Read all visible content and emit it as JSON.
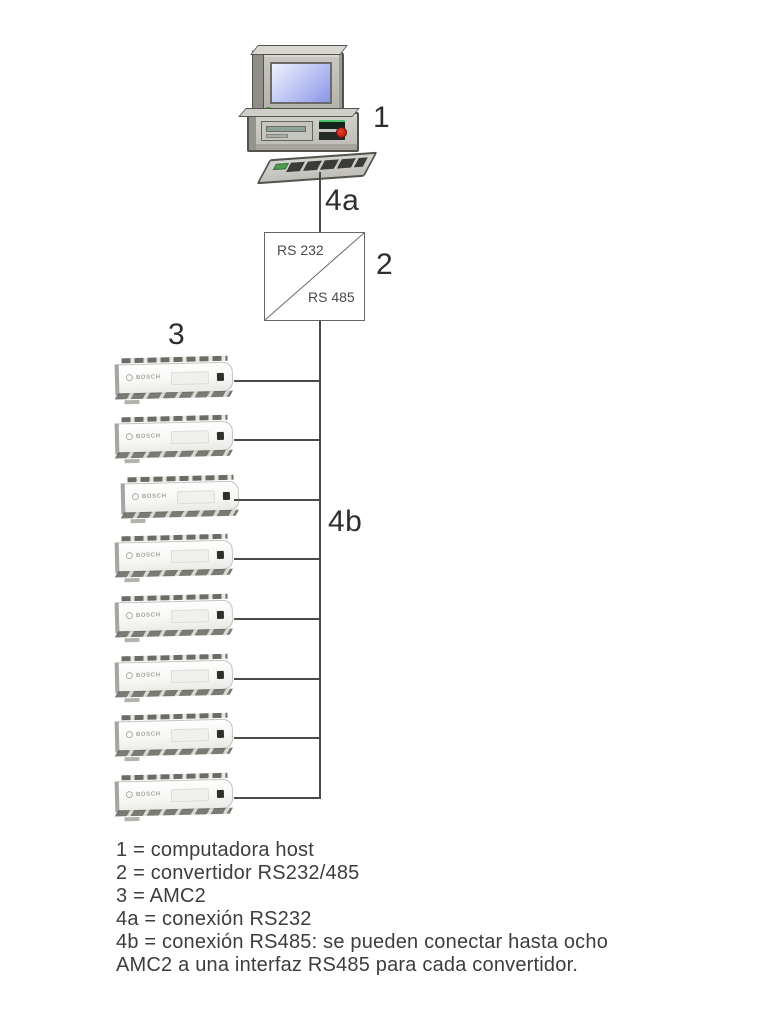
{
  "diagram": {
    "labels": {
      "computer": "1",
      "converter": "2",
      "amc2": "3",
      "connection_a": "4a",
      "connection_b": "4b"
    },
    "converter": {
      "top_text": "RS 232",
      "bottom_text": "RS 485"
    },
    "device": {
      "brand": "BOSCH",
      "count": 8
    },
    "legend": {
      "lines": [
        "1 = computadora host",
        "2 = convertidor RS232/485",
        "3 = AMC2",
        "4a = conexión RS232",
        "4b = conexión RS485: se pueden conectar hasta ocho",
        "AMC2 a una interfaz RS485 para cada convertidor."
      ]
    },
    "colors": {
      "line": "#4a4a4a",
      "legend_text": "#3d3d3d",
      "label_text": "#2e2e2e",
      "screen_top": "#eef0fd",
      "screen_bottom": "#8a95e8",
      "power_button": "#cf2012",
      "led_green": "#4f9b52"
    }
  }
}
